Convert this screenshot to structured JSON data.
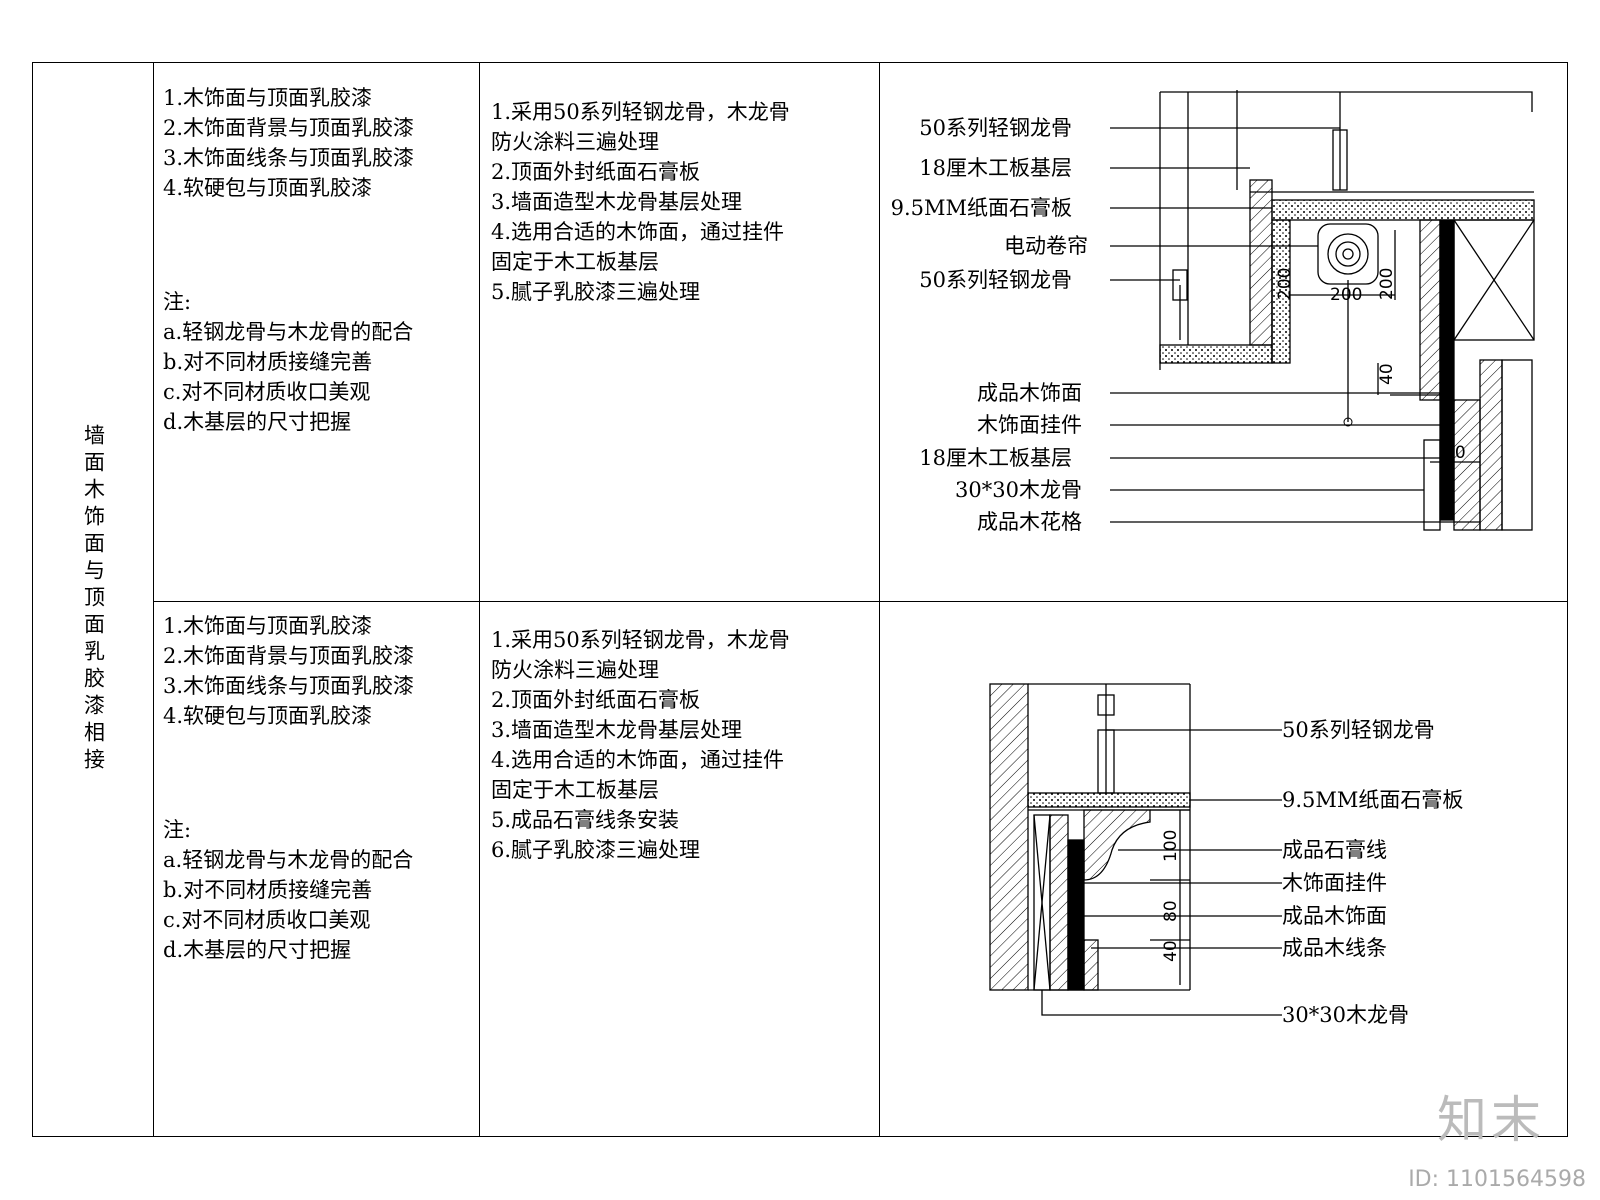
{
  "title_vertical": "墙面木饰面与顶面乳胶漆相接",
  "row1": {
    "items": [
      "1.木饰面与顶面乳胶漆",
      "2.木饰面背景与顶面乳胶漆",
      "3.木饰面线条与顶面乳胶漆",
      "4.软硬包与顶面乳胶漆"
    ],
    "notes_title": "注:",
    "notes": [
      "a.轻钢龙骨与木龙骨的配合",
      "b.对不同材质接缝完善",
      "c.对不同材质收口美观",
      "d.木基层的尺寸把握"
    ],
    "steps": [
      "1.采用50系列轻钢龙骨，木龙骨防火涂料三遍处理",
      "2.顶面外封纸面石膏板",
      "3.墙面造型木龙骨基层处理",
      "4.选用合适的木饰面，通过挂件固定于木工板基层",
      "5.腻子乳胶漆三遍处理"
    ],
    "labels": [
      "50系列轻钢龙骨",
      "18厘木工板基层",
      "9.5MM纸面石膏板",
      "电动卷帘",
      "50系列轻钢龙骨",
      "成品木饰面",
      "木饰面挂件",
      "18厘木工板基层",
      "30*30木龙骨",
      "成品木花格"
    ],
    "dims": [
      "200",
      "200",
      "200",
      "40",
      "60"
    ]
  },
  "row2": {
    "items": [
      "1.木饰面与顶面乳胶漆",
      "2.木饰面背景与顶面乳胶漆",
      "3.木饰面线条与顶面乳胶漆",
      "4.软硬包与顶面乳胶漆"
    ],
    "notes_title": "注:",
    "notes": [
      "a.轻钢龙骨与木龙骨的配合",
      "b.对不同材质接缝完善",
      "c.对不同材质收口美观",
      "d.木基层的尺寸把握"
    ],
    "steps": [
      "1.采用50系列轻钢龙骨，木龙骨防火涂料三遍处理",
      "2.顶面外封纸面石膏板",
      "3.墙面造型木龙骨基层处理",
      "4.选用合适的木饰面，通过挂件固定于木工板基层",
      "5.成品石膏线条安装",
      "6.腻子乳胶漆三遍处理"
    ],
    "labels": [
      "50系列轻钢龙骨",
      "9.5MM纸面石膏板",
      "成品石膏线",
      "木饰面挂件",
      "成品木饰面",
      "成品木线条",
      "30*30木龙骨"
    ],
    "dims": [
      "100",
      "80",
      "40"
    ]
  },
  "watermark": {
    "logo": "知末",
    "id": "ID: 1101564598"
  }
}
